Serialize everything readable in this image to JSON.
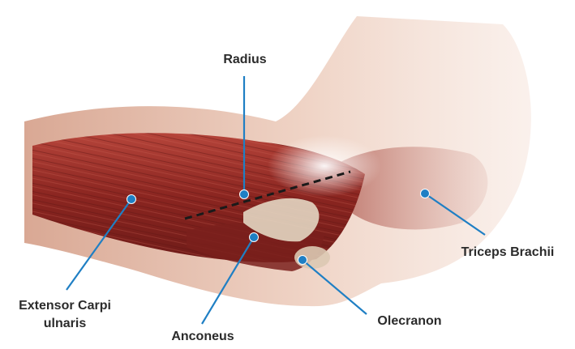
{
  "labels": {
    "radius": "Radius",
    "triceps": "Triceps Brachii",
    "extensor_line1": "Extensor Carpi",
    "extensor_line2": "ulnaris",
    "anconeus": "Anconeus",
    "olecranon": "Olecranon"
  },
  "colors": {
    "leader": "#1f7fc4",
    "muscle": "#8e2a24",
    "skin": "#efd2c4",
    "bone": "#e8dccb"
  },
  "icons": {
    "marker": "blue-dot"
  }
}
